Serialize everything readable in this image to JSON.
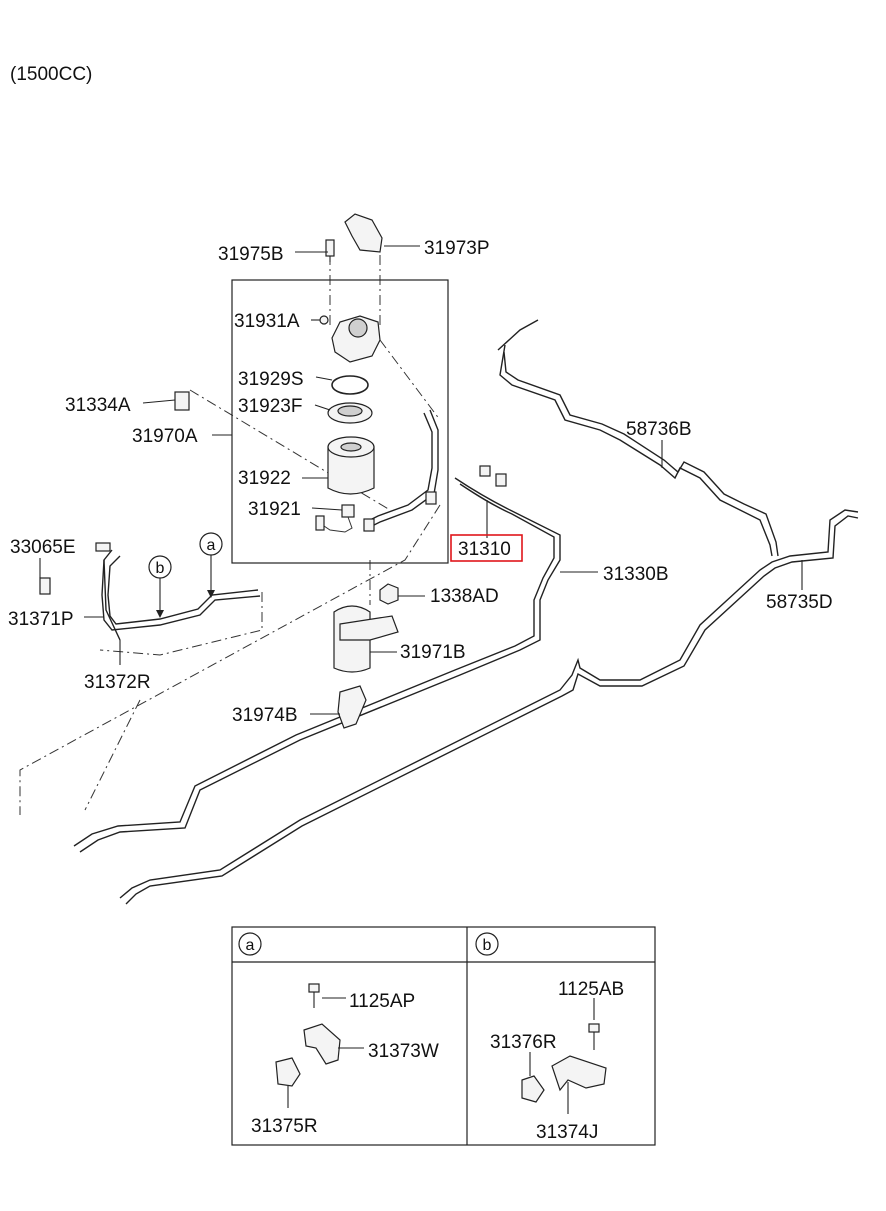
{
  "engine_note": "(1500CC)",
  "labels": {
    "p31975B": "31975B",
    "p31973P": "31973P",
    "p31931A": "31931A",
    "p31929S": "31929S",
    "p31334A": "31334A",
    "p31923F": "31923F",
    "p31970A": "31970A",
    "p31922": "31922",
    "p31921": "31921",
    "p58736B": "58736B",
    "p33065E": "33065E",
    "p31310": "31310",
    "p31330B": "31330B",
    "p58735D": "58735D",
    "p1338AD": "1338AD",
    "p31371P": "31371P",
    "p31971B": "31971B",
    "p31372R": "31372R",
    "p31974B": "31974B"
  },
  "callouts": {
    "a": "a",
    "b": "b"
  },
  "detail_table": {
    "col_a": {
      "marker": "a",
      "labels": {
        "p1125AP": "1125AP",
        "p31373W": "31373W",
        "p31375R": "31375R"
      }
    },
    "col_b": {
      "marker": "b",
      "labels": {
        "p1125AB": "1125AB",
        "p31376R": "31376R",
        "p31374J": "31374J"
      }
    }
  },
  "highlight": {
    "part": "31310",
    "color": "#e0161b"
  }
}
